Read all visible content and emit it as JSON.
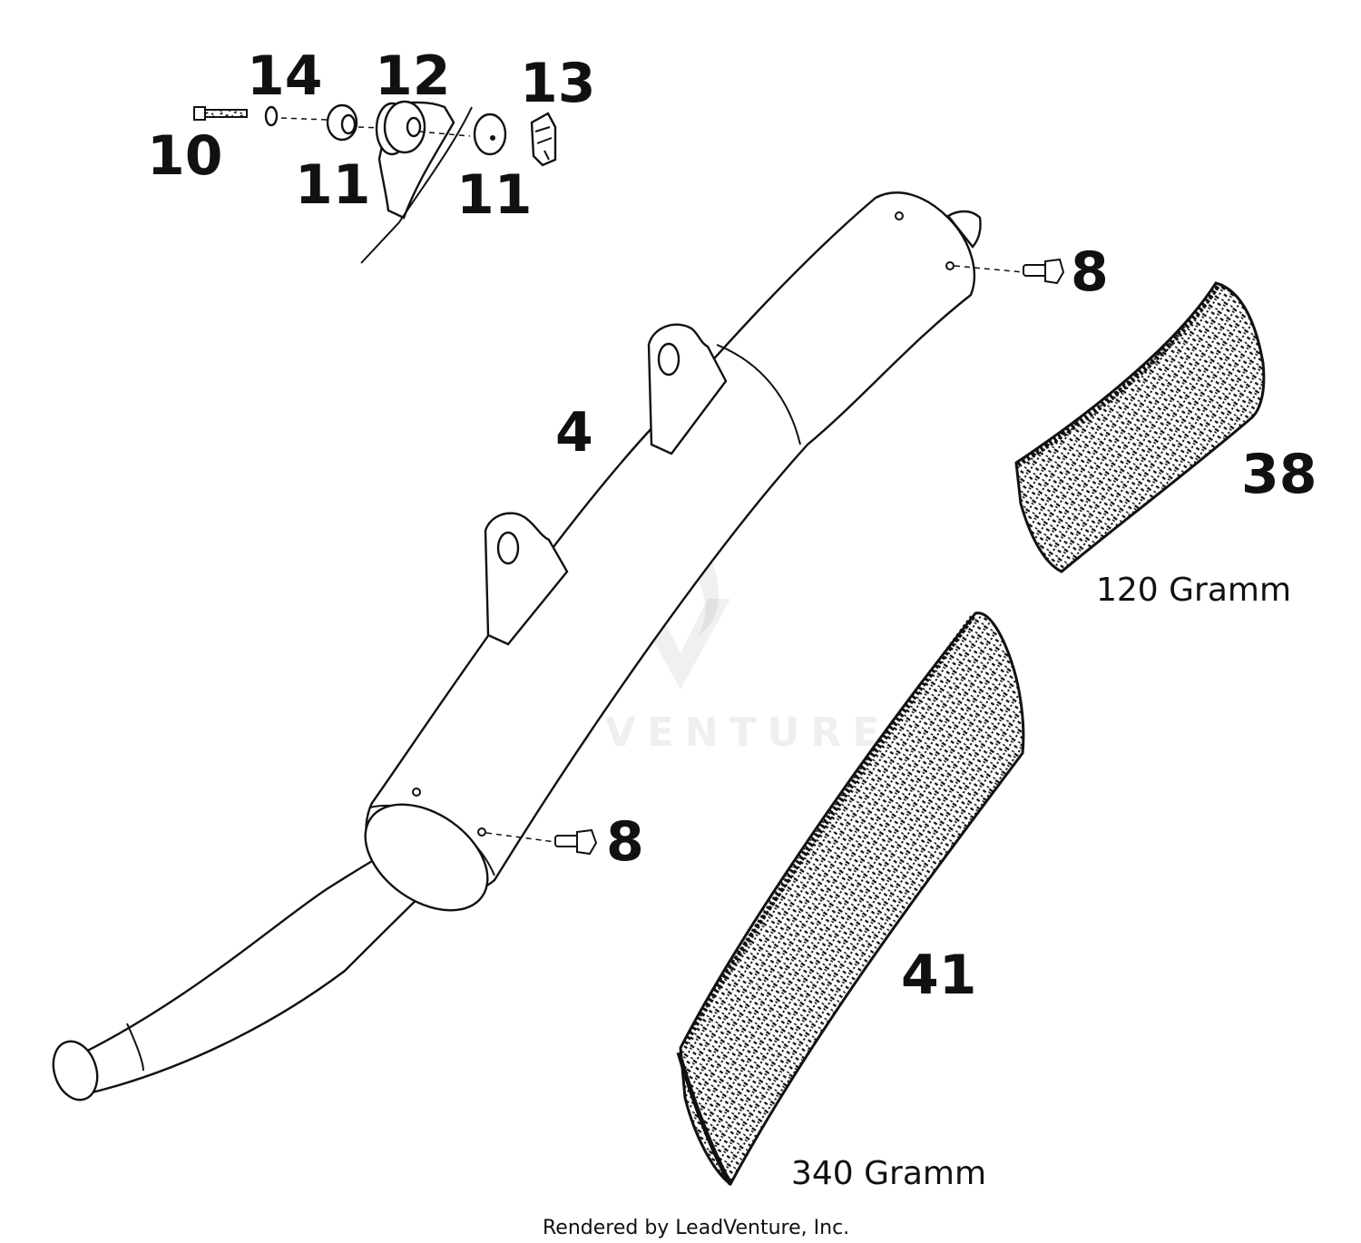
{
  "diagram": {
    "callouts": {
      "muffler": "4",
      "screw_top": "8",
      "screw_bottom": "8",
      "bolt": "10",
      "bushing_left": "11",
      "bushing_right": "11",
      "rubber_grommet": "12",
      "clip_nut": "13",
      "washer": "14",
      "packing_small": "38",
      "packing_large": "41"
    },
    "weights": {
      "packing_small": "120 Gramm",
      "packing_large": "340 Gramm"
    },
    "watermark": "LEADVENTURE",
    "footer": "Rendered by LeadVenture, Inc."
  }
}
